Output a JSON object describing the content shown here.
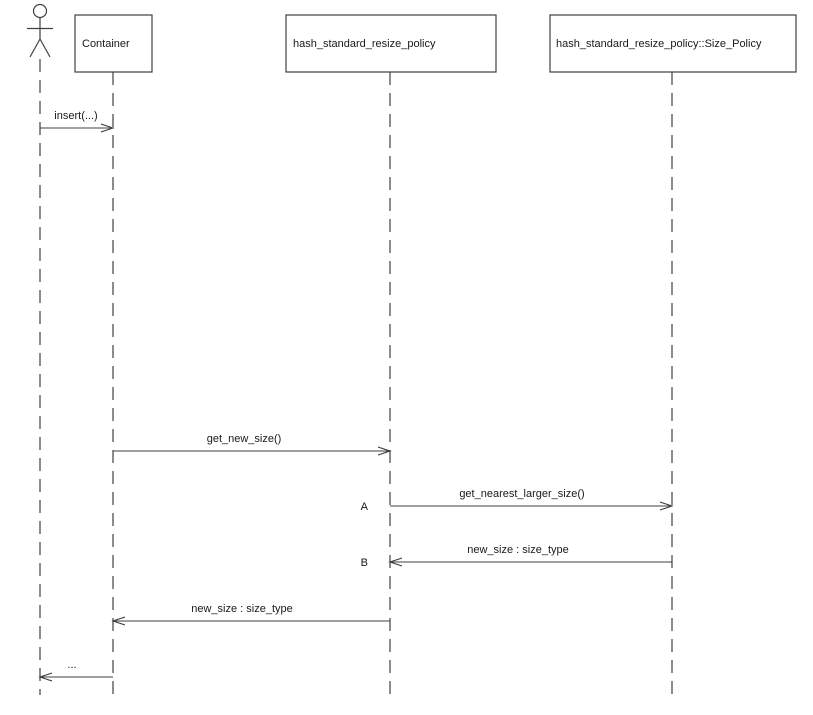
{
  "diagram": {
    "type": "uml-sequence-diagram",
    "participants": [
      {
        "id": "user",
        "kind": "actor"
      },
      {
        "id": "container",
        "kind": "object",
        "label": "Container"
      },
      {
        "id": "resize_policy",
        "kind": "object",
        "label": "hash_standard_resize_policy"
      },
      {
        "id": "size_policy",
        "kind": "object",
        "label": "hash_standard_resize_policy::Size_Policy"
      }
    ],
    "messages": [
      {
        "from": "user",
        "to": "container",
        "direction": "right",
        "label": "insert(...)"
      },
      {
        "from": "container",
        "to": "resize_policy",
        "direction": "right",
        "label": "get_new_size()"
      },
      {
        "from": "resize_policy",
        "to": "size_policy",
        "direction": "right",
        "label": "get_nearest_larger_size()",
        "marker": "A"
      },
      {
        "from": "size_policy",
        "to": "resize_policy",
        "direction": "left",
        "label": "new_size : size_type",
        "marker": "B"
      },
      {
        "from": "resize_policy",
        "to": "container",
        "direction": "left",
        "label": "new_size : size_type"
      },
      {
        "from": "container",
        "to": "user",
        "direction": "left",
        "label": "..."
      }
    ],
    "colors": {
      "line": "#404040",
      "text": "#1a1a1a",
      "background": "#ffffff"
    }
  }
}
